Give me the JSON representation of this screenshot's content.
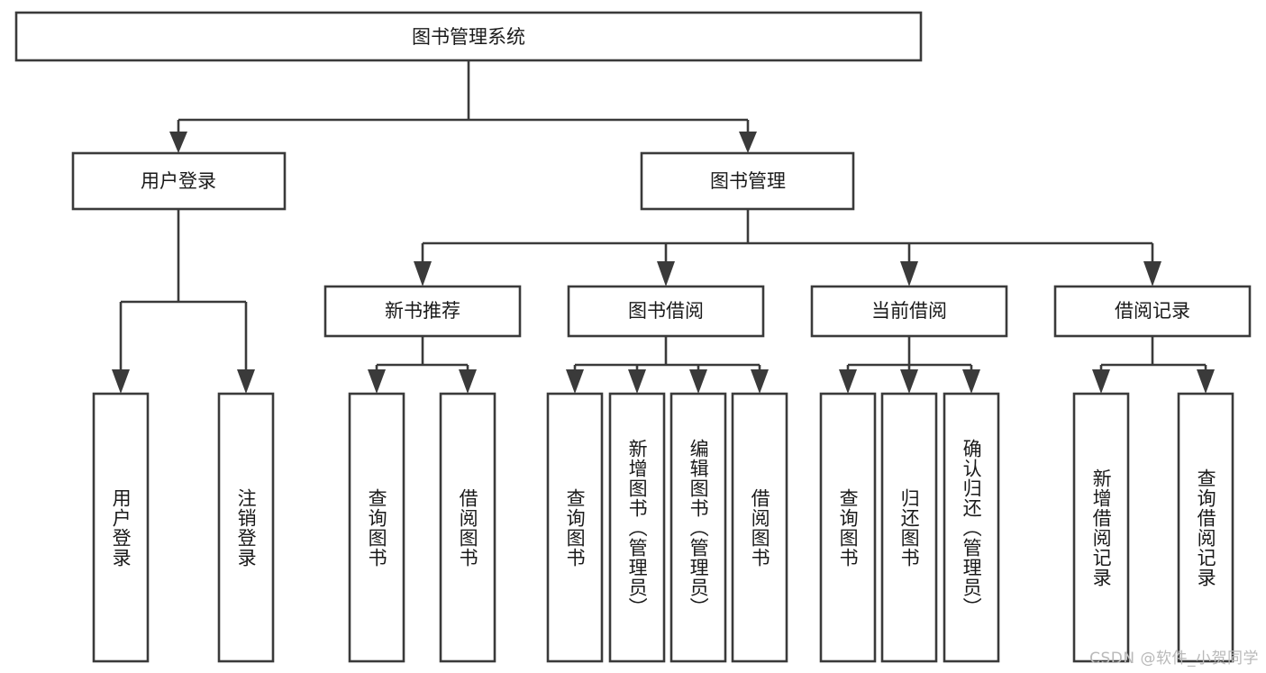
{
  "diagram": {
    "title": "图书管理系统",
    "type": "tree",
    "watermark": "CSDN @软件_小贺同学",
    "colors": {
      "stroke": "#3a3a3a",
      "fill": "#ffffff",
      "text": "#1a1a1a",
      "watermark": "#b9b9b9"
    },
    "levels": {
      "root": {
        "label": "图书管理系统"
      },
      "level2": [
        {
          "id": "user-login",
          "label": "用户登录"
        },
        {
          "id": "book-management",
          "label": "图书管理"
        }
      ],
      "level3": [
        {
          "id": "new-book-recommend",
          "label": "新书推荐",
          "parent": "book-management"
        },
        {
          "id": "book-borrow",
          "label": "图书借阅",
          "parent": "book-management"
        },
        {
          "id": "current-borrow",
          "label": "当前借阅",
          "parent": "book-management"
        },
        {
          "id": "borrow-record",
          "label": "借阅记录",
          "parent": "book-management"
        }
      ],
      "leaves": [
        {
          "id": "leaf-user-login",
          "label": "用户登录",
          "parent": "user-login"
        },
        {
          "id": "leaf-user-logout",
          "label": "注销登录",
          "parent": "user-login"
        },
        {
          "id": "leaf-query-book-1",
          "label": "查询图书",
          "parent": "new-book-recommend"
        },
        {
          "id": "leaf-borrow-book-1",
          "label": "借阅图书",
          "parent": "new-book-recommend"
        },
        {
          "id": "leaf-query-book-2",
          "label": "查询图书",
          "parent": "book-borrow"
        },
        {
          "id": "leaf-add-book",
          "label": "新增图书（管理员）",
          "parent": "book-borrow"
        },
        {
          "id": "leaf-edit-book",
          "label": "编辑图书（管理员）",
          "parent": "book-borrow"
        },
        {
          "id": "leaf-borrow-book-2",
          "label": "借阅图书",
          "parent": "book-borrow"
        },
        {
          "id": "leaf-query-book-3",
          "label": "查询图书",
          "parent": "current-borrow"
        },
        {
          "id": "leaf-return-book",
          "label": "归还图书",
          "parent": "current-borrow"
        },
        {
          "id": "leaf-confirm-return",
          "label": "确认归还（管理员）",
          "parent": "current-borrow"
        },
        {
          "id": "leaf-add-record",
          "label": "新增借阅记录",
          "parent": "borrow-record"
        },
        {
          "id": "leaf-query-record",
          "label": "查询借阅记录",
          "parent": "borrow-record"
        }
      ]
    }
  }
}
